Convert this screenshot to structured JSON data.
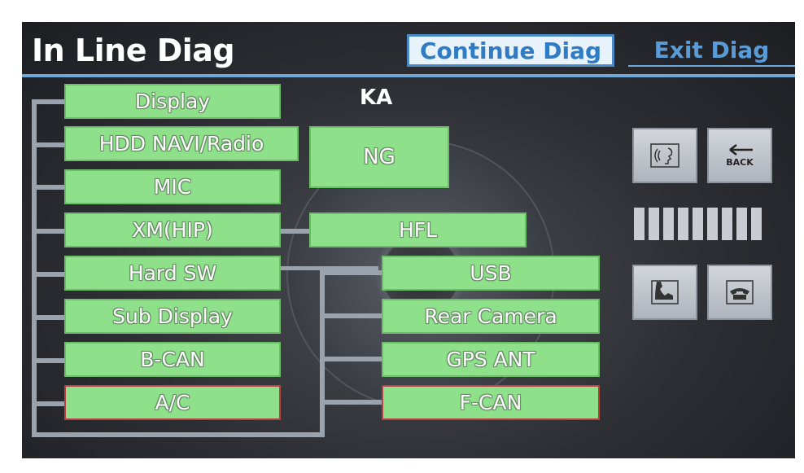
{
  "header": {
    "title": "In Line Diag",
    "continue_label": "Continue Diag",
    "exit_label": "Exit Diag"
  },
  "status": {
    "code": "KA"
  },
  "left_modules": [
    {
      "label": "Display"
    },
    {
      "label": "HDD NAVI/Radio"
    },
    {
      "label": "MIC"
    },
    {
      "label": "XM(HIP)"
    },
    {
      "label": "Hard SW"
    },
    {
      "label": "Sub Display"
    },
    {
      "label": "B-CAN"
    },
    {
      "label": "A/C"
    }
  ],
  "ng_label": "NG",
  "hfl_label": "HFL",
  "right_modules": [
    {
      "label": "USB"
    },
    {
      "label": "Rear Camera"
    },
    {
      "label": "GPS ANT"
    },
    {
      "label": "F-CAN"
    }
  ],
  "side_controls": {
    "voice_icon": "voice-command-icon",
    "back_icon": "back-arrow-icon",
    "back_label": "BACK",
    "pickup_icon": "phone-pickup-icon",
    "hangup_icon": "phone-hangup-icon",
    "signal_bars": 9
  },
  "colors": {
    "ok_green": "#8ee08a",
    "fault_border": "#b84040",
    "accent_blue": "#5b9bd5"
  }
}
